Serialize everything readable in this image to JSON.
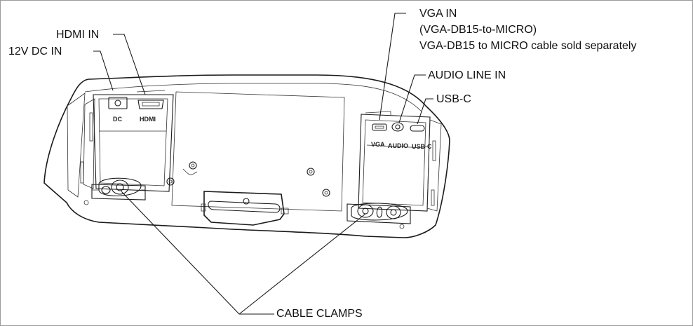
{
  "labels": {
    "hdmi_in": "HDMI IN",
    "dc_in": "12V DC IN",
    "vga_in": "VGA IN",
    "vga_note_1": "(VGA-DB15-to-MICRO)",
    "vga_note_2": "VGA-DB15 to MICRO cable sold separately",
    "audio_in": "AUDIO LINE IN",
    "usb_c": "USB-C",
    "cable_clamps": "CABLE CLAMPS"
  },
  "port_marks": {
    "dc": "DC",
    "hdmi": "HDMI",
    "vga": "VGA",
    "audio": "AUDIO",
    "usb": "USB-C"
  }
}
